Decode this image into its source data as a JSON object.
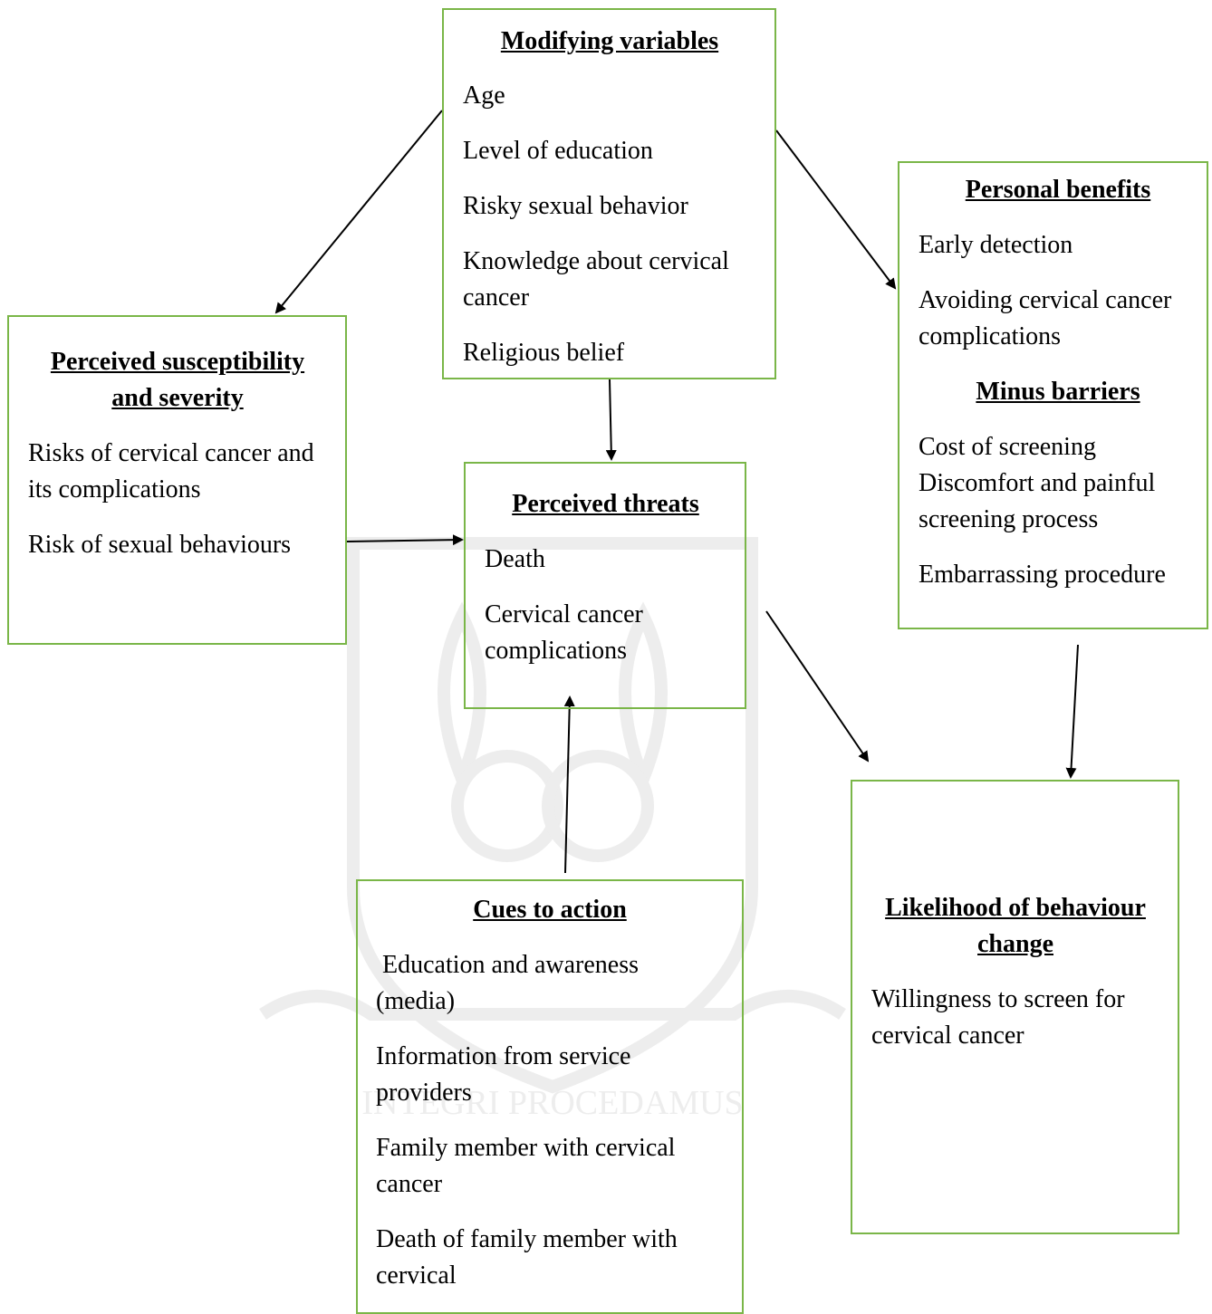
{
  "modifying_variables": {
    "title": "Modifying variables",
    "items": [
      "Age",
      "Level of education",
      "Risky sexual behavior",
      "Knowledge about cervical cancer",
      "Religious belief"
    ]
  },
  "perceived_susceptibility": {
    "title": "Perceived susceptibility and severity",
    "items": [
      "Risks of cervical cancer and its complications",
      "Risk of sexual behaviours"
    ]
  },
  "perceived_threats": {
    "title": "Perceived threats",
    "items": [
      "Death",
      "Cervical cancer complications"
    ]
  },
  "personal_benefits": {
    "title": "Personal benefits",
    "items": [
      "Early detection",
      "Avoiding cervical cancer complications"
    ],
    "barriers_title": "Minus barriers",
    "barriers": [
      "Cost of screening",
      "Discomfort and painful screening process",
      "Embarrassing procedure"
    ]
  },
  "cues_to_action": {
    "title": "Cues to action",
    "items": [
      " Education and awareness (media)",
      "Information from service providers",
      "Family member with cervical cancer",
      "Death of family member with cervical"
    ]
  },
  "likelihood": {
    "title": "Likelihood of behaviour change",
    "items": [
      "Willingness to screen for cervical cancer"
    ]
  },
  "watermark_text": "INTEGRI PROCEDAMUS",
  "colors": {
    "box_border": "#7ab648",
    "arrow": "#000000",
    "text": "#000000"
  }
}
